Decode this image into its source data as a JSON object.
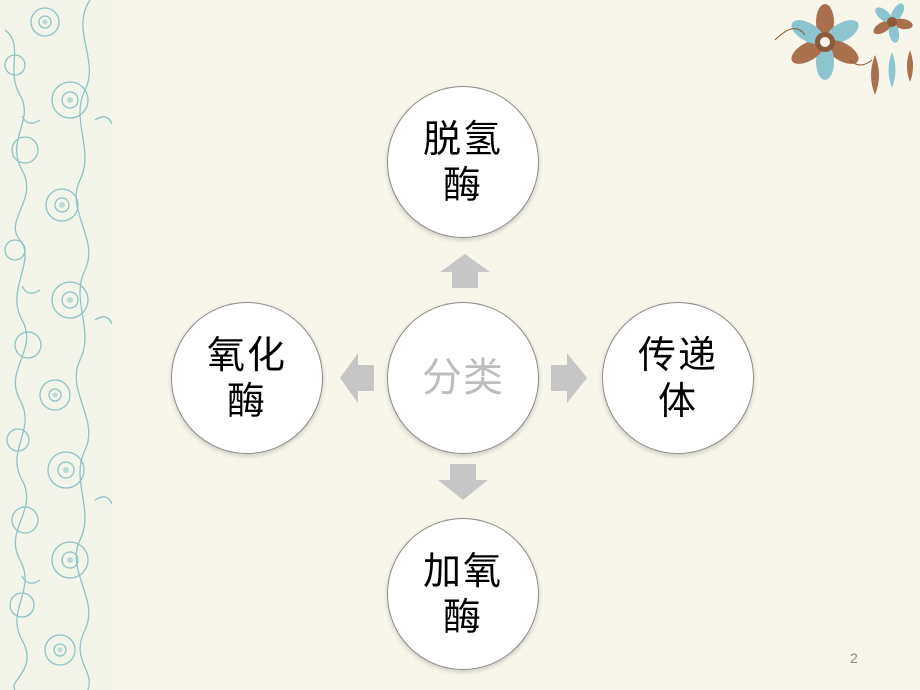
{
  "diagram": {
    "center_label": "分类",
    "top_label": "脱氢酶",
    "left_label": "氧化酶",
    "right_label": "传递体",
    "bottom_label": "加氧酶"
  },
  "footer": {
    "slide_number": "2"
  },
  "colors": {
    "background": "#f8f6ea",
    "arrow": "#c6c6c6",
    "center_text": "#bdbdbd",
    "border_pattern": "#8fc4c8"
  }
}
